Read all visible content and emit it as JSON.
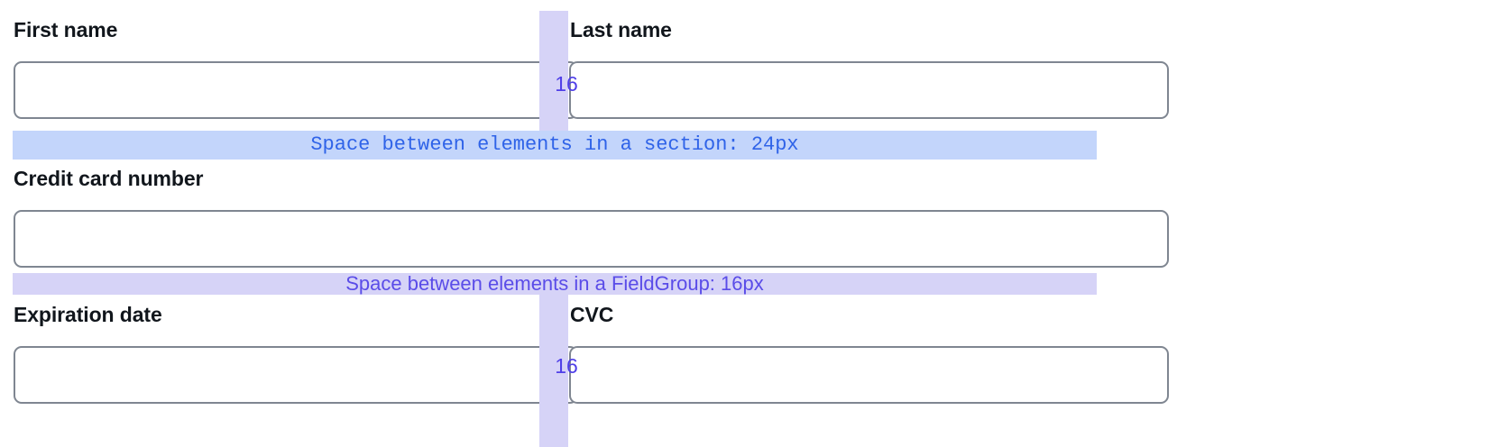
{
  "form": {
    "fields": [
      {
        "name": "first-name",
        "label": "First name",
        "value": "",
        "placeholder": ""
      },
      {
        "name": "last-name",
        "label": "Last name",
        "value": "",
        "placeholder": ""
      },
      {
        "name": "credit-card-number",
        "label": "Credit card number",
        "value": "",
        "placeholder": ""
      },
      {
        "name": "expiration-date",
        "label": "Expiration date",
        "value": "",
        "placeholder": ""
      },
      {
        "name": "cvc",
        "label": "CVC",
        "value": "",
        "placeholder": ""
      }
    ]
  },
  "annotations": {
    "column_gaps": [
      {
        "name": "gap-first-last",
        "value": "16"
      },
      {
        "name": "gap-expiration-cvc",
        "value": "16"
      }
    ],
    "bands": [
      {
        "name": "section-spacing",
        "text": "Space between elements in a section: 24px",
        "spacing": "24px",
        "scope": "section"
      },
      {
        "name": "fieldgroup-spacing",
        "text": "Space between elements in a FieldGroup: 16px",
        "spacing": "16px",
        "scope": "FieldGroup"
      }
    ]
  },
  "colors": {
    "gap_column_fill": "#d6d3f7",
    "gap_number_text": "#4f3fe8",
    "section_band_fill": "#c3d5fb",
    "section_band_text": "#2f63e8",
    "fieldgroup_band_fill": "#d6d3f7",
    "fieldgroup_band_text": "#5a4ce8",
    "input_border": "#7f8691",
    "label_text": "#11161c",
    "page_background": "#ffffff"
  }
}
